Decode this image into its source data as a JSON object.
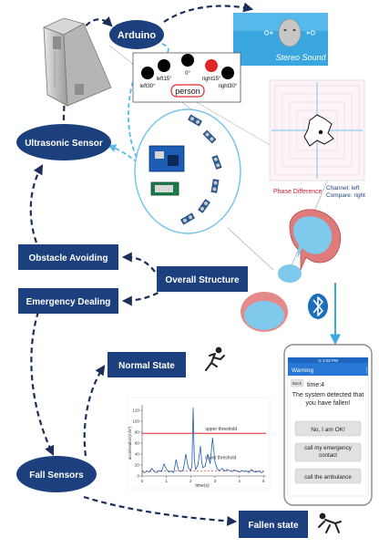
{
  "nodes": {
    "arduino": "Arduino",
    "ultrasonic": "Ultrasonic Sensor",
    "obstacle": "Obstacle Avoiding",
    "emergency": "Emergency Dealing",
    "overall": "Overall Structure",
    "normal": "Normal State",
    "fall_sensors": "Fall Sensors",
    "fallen": "Fallen state"
  },
  "stereo_panel": {
    "caption": "Stereo Sound"
  },
  "direction_panel": {
    "labels": [
      "left30°",
      "left15°",
      "0°",
      "right15°",
      "right30°"
    ],
    "center_label": "person",
    "dot_colors": [
      "#000000",
      "#000000",
      "#000000",
      "#e0282b",
      "#000000"
    ]
  },
  "phase_plot": {
    "caption": "Phase Difference",
    "legend_line1": "Channel: left",
    "legend_line2": "Compare: right"
  },
  "bluetooth": {
    "icon": "bluetooth-icon"
  },
  "phone": {
    "status_text": "⊙ 4:02 PM",
    "app_title": "Warning",
    "menu_glyph": "⋮",
    "back_label": "Back",
    "time_text": "time:4",
    "message": "The system detected that you have fallen!",
    "buttons": [
      "No, I am OK!",
      "call my emergency contact",
      "call the ambulance"
    ]
  },
  "chart_data": {
    "type": "line",
    "xlabel": "time(s)",
    "ylabel": "acceleration(m/s²)",
    "xlim": [
      0,
      5.1
    ],
    "ylim": [
      0,
      130
    ],
    "xticks": [
      "0",
      "1",
      "2",
      "3",
      "4",
      "5"
    ],
    "yticks": [
      "0",
      "20",
      "40",
      "60",
      "80",
      "100",
      "120"
    ],
    "upper_threshold": {
      "label": "upper threshold",
      "value": 78
    },
    "lower_threshold": {
      "label": "lower threshold",
      "value": 9
    },
    "x": [
      0,
      0.1,
      0.2,
      0.3,
      0.4,
      0.5,
      0.6,
      0.7,
      0.8,
      0.9,
      1.0,
      1.1,
      1.2,
      1.3,
      1.4,
      1.5,
      1.6,
      1.7,
      1.8,
      1.9,
      2.0,
      2.05,
      2.1,
      2.15,
      2.2,
      2.3,
      2.4,
      2.45,
      2.5,
      2.6,
      2.7,
      2.8,
      2.9,
      3.0,
      3.1,
      3.2,
      3.3,
      3.4,
      3.5,
      3.6,
      3.7,
      3.8,
      3.9,
      4.0,
      4.1,
      4.2,
      4.3,
      4.4,
      4.5,
      4.6,
      4.7,
      4.8,
      4.9,
      5.0
    ],
    "y": [
      8,
      6,
      9,
      7,
      14,
      8,
      6,
      10,
      8,
      22,
      12,
      7,
      9,
      6,
      30,
      10,
      8,
      12,
      40,
      15,
      10,
      18,
      125,
      30,
      12,
      20,
      55,
      28,
      15,
      18,
      40,
      22,
      70,
      25,
      12,
      10,
      14,
      9,
      12,
      10,
      8,
      11,
      9,
      7,
      10,
      8,
      9,
      6,
      12,
      8,
      7,
      9,
      6,
      8
    ],
    "line_color": "#1f5fa8",
    "threshold_color": "#e0282b"
  },
  "colors": {
    "node_fill": "#1c3f7d",
    "accent": "#5bb8e8",
    "arrow": "#1b2f5a"
  }
}
